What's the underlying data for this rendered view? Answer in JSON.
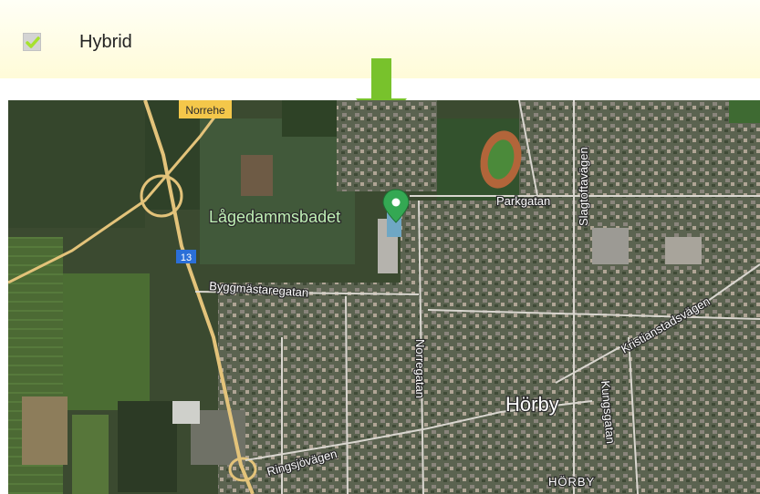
{
  "layer_option": {
    "label": "Hybrid",
    "checked": true,
    "check_color": "#a6e22e",
    "arrow_color": "#78c22c"
  },
  "map": {
    "type": "Hybrid",
    "place_pin": {
      "label": "Lågedammsbadet",
      "color": "#34a853"
    },
    "labels": {
      "norrehe": "Norrehe",
      "parkgatan": "Parkgatan",
      "slagtoftavagen": "Slagtoftavägen",
      "route_13": "13",
      "byggmastaregatan": "Byggmästaregatan",
      "kristianstadsvagen": "Kristianstadsvägen",
      "norregatan": "Norregatan",
      "town": "Hörby",
      "kungsgatan": "Kungsgatan",
      "ringsjovagen": "Ringsjövägen",
      "town_caps": "HÖRBY"
    }
  }
}
